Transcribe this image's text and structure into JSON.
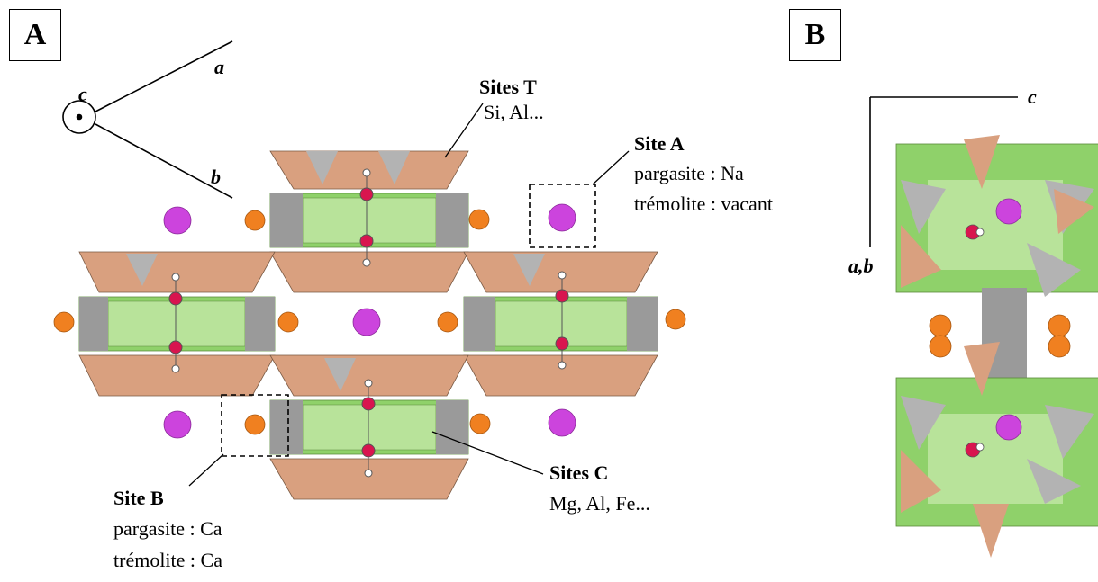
{
  "panels": {
    "a": "A",
    "b": "B"
  },
  "axes": {
    "c": "c",
    "a": "a",
    "b": "b",
    "c_b": "c",
    "ab_b": "a,b"
  },
  "sites": {
    "t": {
      "title": "Sites T",
      "elements": "Si, Al..."
    },
    "a": {
      "title": "Site A",
      "line1": "pargasite : Na",
      "line2": "trémolite : vacant"
    },
    "b": {
      "title": "Site B",
      "line1": "pargasite : Ca",
      "line2": "trémolite : Ca"
    },
    "c": {
      "title": "Sites C",
      "elements": "Mg, Al, Fe..."
    }
  },
  "colors": {
    "tetra_orange": "#d9a07f",
    "tetra_grey": "#b3b3b3",
    "octa_green": "#8fd16a",
    "octa_light": "#b8e39a",
    "site_a": "#cc44dd",
    "site_b": "#f08020",
    "oxygen": "#d8154f",
    "hydrogen": "#ffffff"
  }
}
